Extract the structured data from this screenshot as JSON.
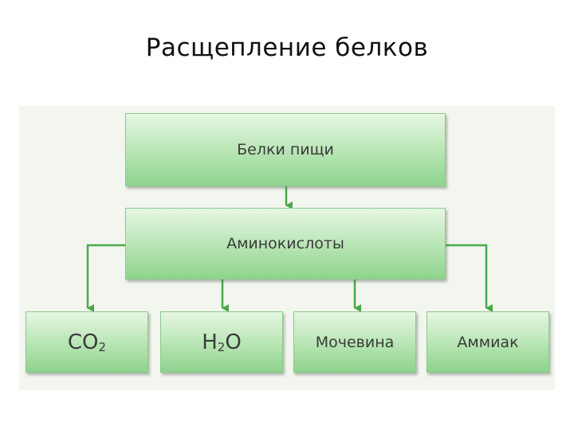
{
  "slide": {
    "title": "Расщепление белков"
  },
  "diagram": {
    "root": "Белки пищи",
    "middle": "Аминокислоты",
    "products": {
      "co2": {
        "base": "CO",
        "sub": "2"
      },
      "h2o": {
        "base": "H",
        "sub": "2",
        "tail": "O"
      },
      "urea": "Мочевина",
      "ammonia": "Аммиак"
    }
  },
  "colors": {
    "box_top": "#e6f6e2",
    "box_bottom": "#8fd38d",
    "arrow": "#4aa84a",
    "panel": "#f3f5ef"
  }
}
